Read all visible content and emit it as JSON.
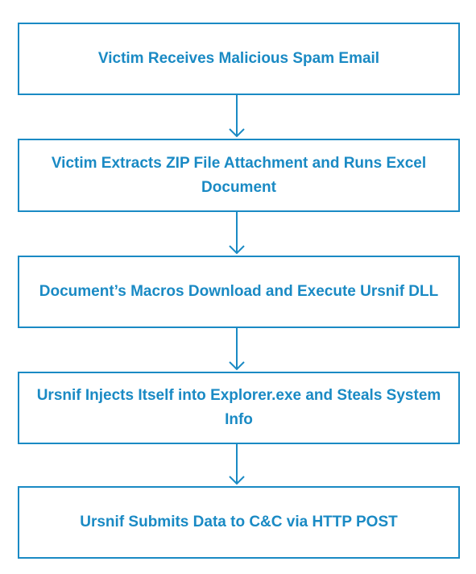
{
  "colors": {
    "accent": "#1a8ac4",
    "background": "#ffffff"
  },
  "icons": {
    "connector": "arrow-down-icon"
  },
  "steps": [
    {
      "label": "Victim Receives Malicious Spam Email"
    },
    {
      "label": "Victim Extracts ZIP File Attachment and Runs Excel Document"
    },
    {
      "label": "Document’s Macros Download and Execute Ursnif DLL"
    },
    {
      "label": "Ursnif Injects Itself into Explorer.exe and Steals System Info"
    },
    {
      "label": "Ursnif Submits Data to C&C via HTTP POST"
    }
  ]
}
